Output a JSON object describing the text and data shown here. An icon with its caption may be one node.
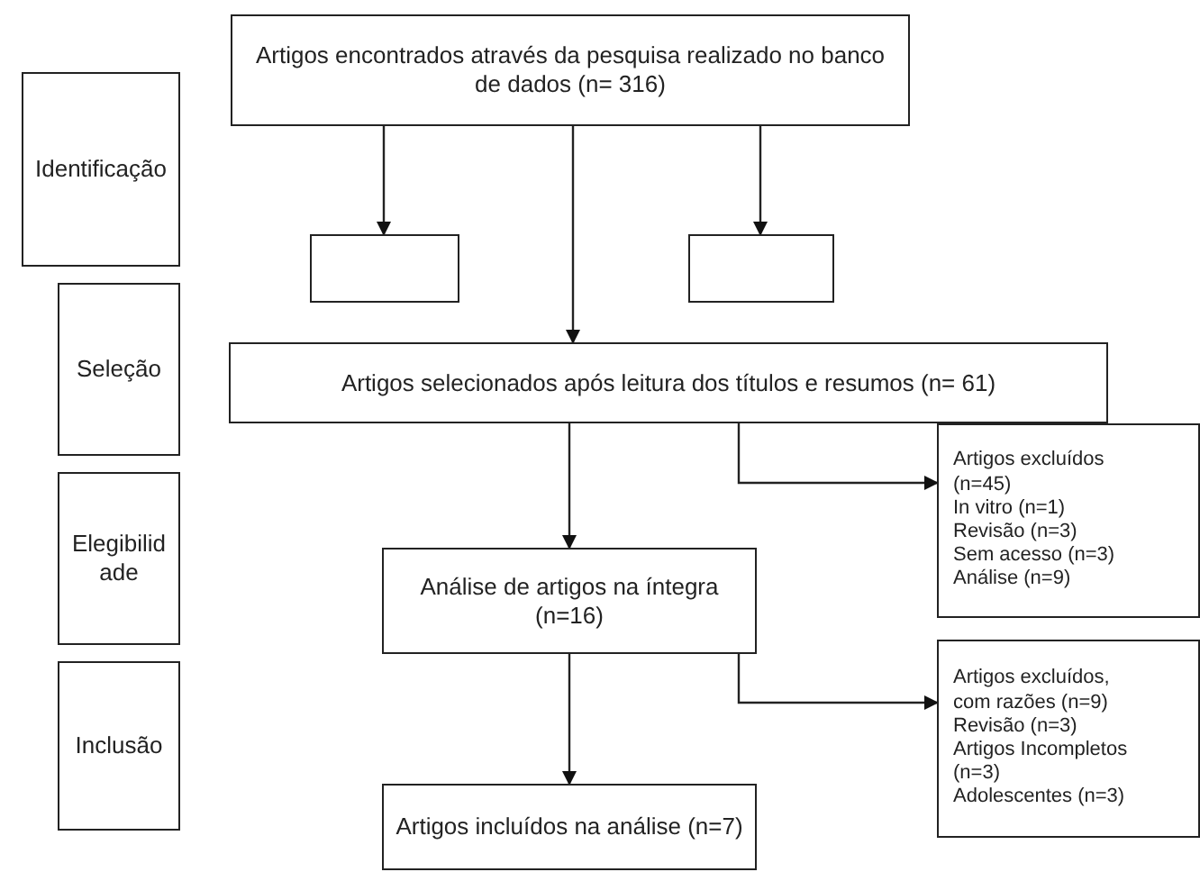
{
  "diagram": {
    "nodes": [
      {
        "text": [
          "Identificação"
        ]
      },
      {
        "text": [
          "Seleção"
        ]
      },
      {
        "text": [
          "Elegibilidade"
        ]
      },
      {
        "text": [
          "Inclusão"
        ]
      },
      {
        "text": [
          "Artigos encontrados através da pesquisa realizado no banco de dados (n= 316)"
        ]
      },
      {
        "text": [],
        "shape": "box"
      },
      {
        "text": [],
        "shape": "box"
      },
      {
        "text": [
          "Artigos selecionados após leitura dos títulos e resumos (n= 61)"
        ]
      },
      {
        "text": [
          "Artigos excluídos (n=45)",
          "In vitro (n=1)",
          "Revisão (n=3)",
          "Sem acesso (n=3)",
          "Análise (n=9)"
        ]
      },
      {
        "text": [
          "Análise de artigos na íntegra (n=16)"
        ]
      },
      {
        "text": [
          "Artigos excluídos, com razões (n=9)",
          "Revisão (n=3)",
          "Artigos Incompletos (n=3)",
          "Adolescentes (n=3)"
        ]
      },
      {
        "text": [
          "Artigos incluídos na análise (n=7)"
        ]
      }
    ],
    "edges": [
      {
        "from": 4,
        "to": 5,
        "arrow": "to"
      },
      {
        "from": 4,
        "to": 6,
        "arrow": "to"
      },
      {
        "from": 4,
        "to": 7,
        "arrow": "to"
      },
      {
        "from": 7,
        "to": 8,
        "arrow": "to"
      },
      {
        "from": 7,
        "to": 9,
        "arrow": "to"
      },
      {
        "from": 9,
        "to": 10,
        "arrow": "to"
      },
      {
        "from": 9,
        "to": 11,
        "arrow": "to"
      }
    ]
  }
}
